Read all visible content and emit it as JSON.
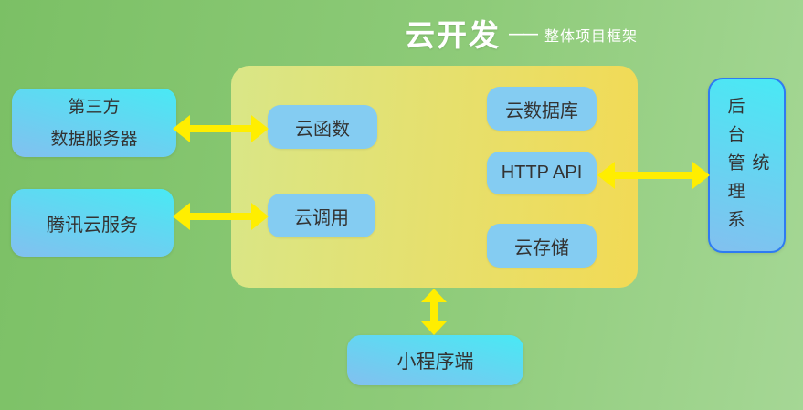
{
  "title": {
    "main": "云开发",
    "dash": "——",
    "subtitle": "整体项目框架"
  },
  "nodes": {
    "third_party": {
      "line1": "第三方",
      "line2": "数据服务器"
    },
    "tencent_cloud": {
      "label": "腾讯云服务"
    },
    "cloud_function": {
      "label": "云函数"
    },
    "cloud_call": {
      "label": "云调用"
    },
    "cloud_database": {
      "label": "云数据库"
    },
    "http_api": {
      "label": "HTTP API"
    },
    "cloud_storage": {
      "label": "云存储"
    },
    "admin_system": {
      "label": "后台管理系统"
    },
    "mini_program": {
      "label": "小程序端"
    }
  },
  "connections": [
    {
      "from": "third_party",
      "to": "cloud_function",
      "type": "bidirectional"
    },
    {
      "from": "tencent_cloud",
      "to": "cloud_call",
      "type": "bidirectional"
    },
    {
      "from": "http_api",
      "to": "admin_system",
      "type": "bidirectional"
    },
    {
      "from": "cloud_dev_panel",
      "to": "mini_program",
      "type": "bidirectional"
    }
  ],
  "colors": {
    "bg_green_dark": "#7bc065",
    "bg_green_light": "#a5d795",
    "panel_left": "#d9e687",
    "panel_right": "#f2da55",
    "cyan_top": "#49e9f4",
    "cyan_bottom": "#82c0ef",
    "inner_blue": "#84ccf2",
    "admin_border": "#2e7bf2",
    "arrow_yellow": "#ffee00",
    "title_text": "#ffffff",
    "node_text": "#333333"
  }
}
